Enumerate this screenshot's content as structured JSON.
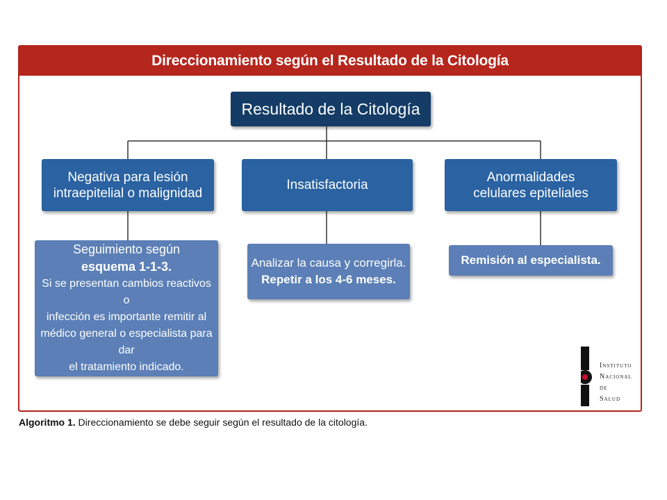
{
  "header": {
    "title": "Direccionamiento según el Resultado de la Citología"
  },
  "root": {
    "label": "Resultado de la Citología"
  },
  "categories": [
    {
      "line1": "Negativa para lesión",
      "line2": "intraepitelial o malignidad"
    },
    {
      "line1": "Insatisfactoria"
    },
    {
      "line1": "Anormalidades",
      "line2": "celulares epiteliales"
    }
  ],
  "results": {
    "negative": {
      "line1": "Seguimiento según",
      "line2": "esquema 1-1-3.",
      "line3": "Si se presentan cambios reactivos o",
      "line4": "infección es importante remitir al",
      "line5": "médico general o especialista para dar",
      "line6": "el tratamiento indicado."
    },
    "insatisfactoria": {
      "line1": "Analizar la causa y corregirla.",
      "line2": "Repetir a los 4-6 meses."
    },
    "anormal": {
      "line1": "Remisión al especialista."
    }
  },
  "logo": {
    "line1": "Instituto",
    "line2": "Nacional de",
    "line3": "Salud"
  },
  "caption": {
    "label": "Algoritmo 1.",
    "text": " Direccionamiento se debe seguir según el resultado de la citología."
  },
  "colors": {
    "frame": "#b5261d",
    "root": "#143c66",
    "category": "#2a62a2",
    "result": "#5b7fb6"
  }
}
